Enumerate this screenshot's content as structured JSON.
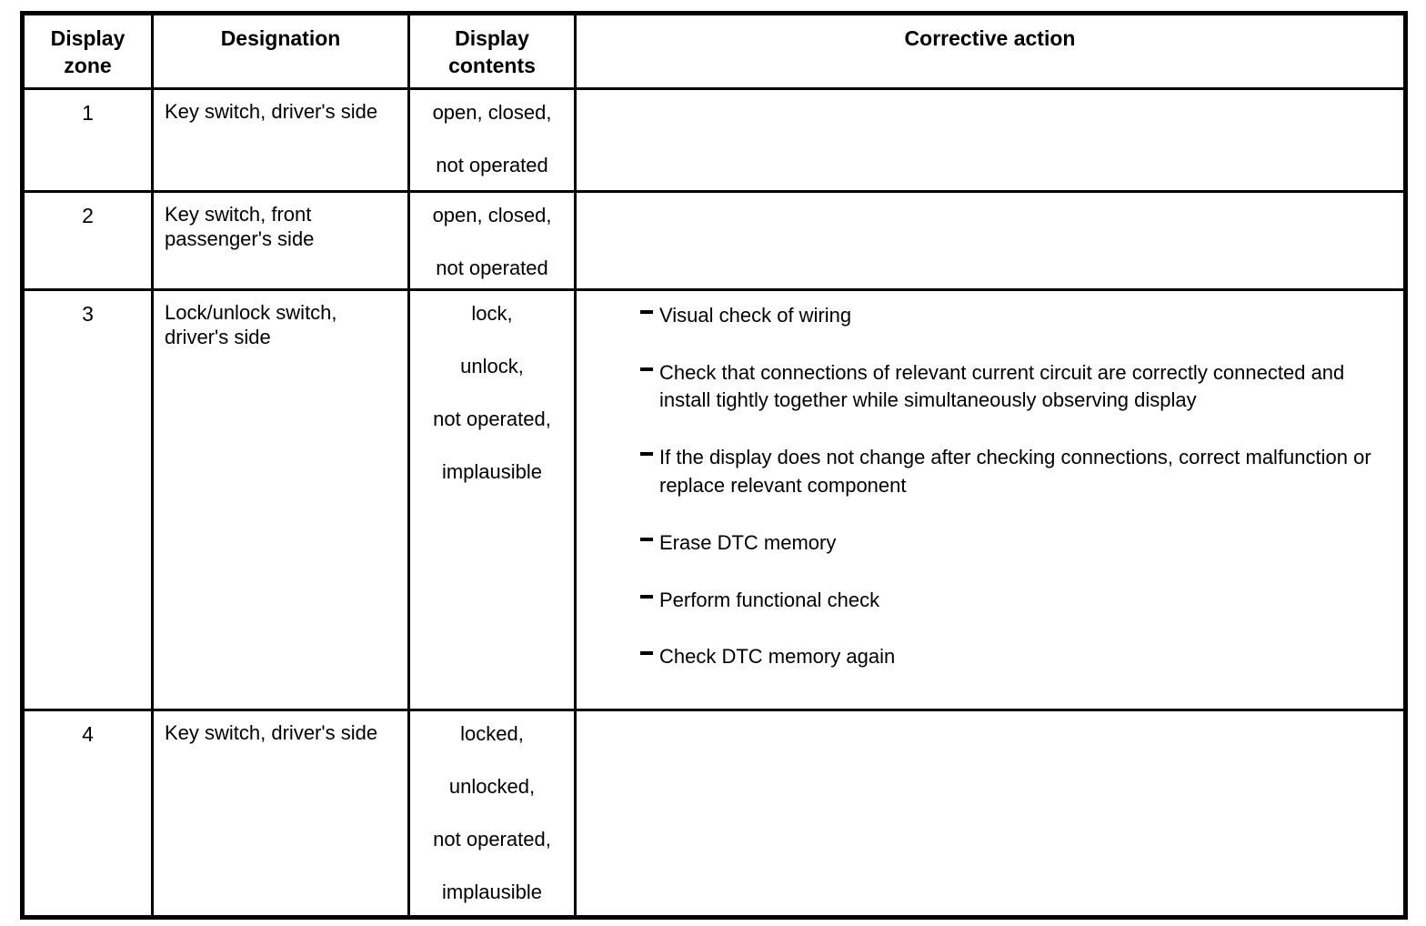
{
  "colors": {
    "border": "#000000",
    "text": "#000000",
    "background": "#ffffff"
  },
  "table": {
    "headers": [
      "Display zone",
      "Designation",
      "Display contents",
      "Corrective action"
    ],
    "bullet_glyph": "-",
    "rows": [
      {
        "zone": "1",
        "designation": "Key switch, driver's side",
        "contents": [
          "open, closed,",
          "not operated"
        ],
        "actions": []
      },
      {
        "zone": "2",
        "designation": "Key switch, front passenger's side",
        "contents": [
          "open, closed,",
          "not operated"
        ],
        "actions": []
      },
      {
        "zone": "3",
        "designation": "Lock/unlock switch, driver's side",
        "contents": [
          "lock,",
          "unlock,",
          "not operated,",
          "implausible"
        ],
        "actions": [
          "Visual check of wiring",
          "Check that connections of relevant current circuit are correctly connected and install tightly together while simultaneously observing display",
          "If the display does not change after checking connections, correct malfunction or replace relevant component",
          "Erase DTC memory",
          "Perform functional check",
          "Check DTC memory again"
        ]
      },
      {
        "zone": "4",
        "designation": "Key switch, driver's side",
        "contents": [
          "locked,",
          "unlocked,",
          "not operated,",
          "implausible"
        ],
        "actions": []
      }
    ]
  }
}
